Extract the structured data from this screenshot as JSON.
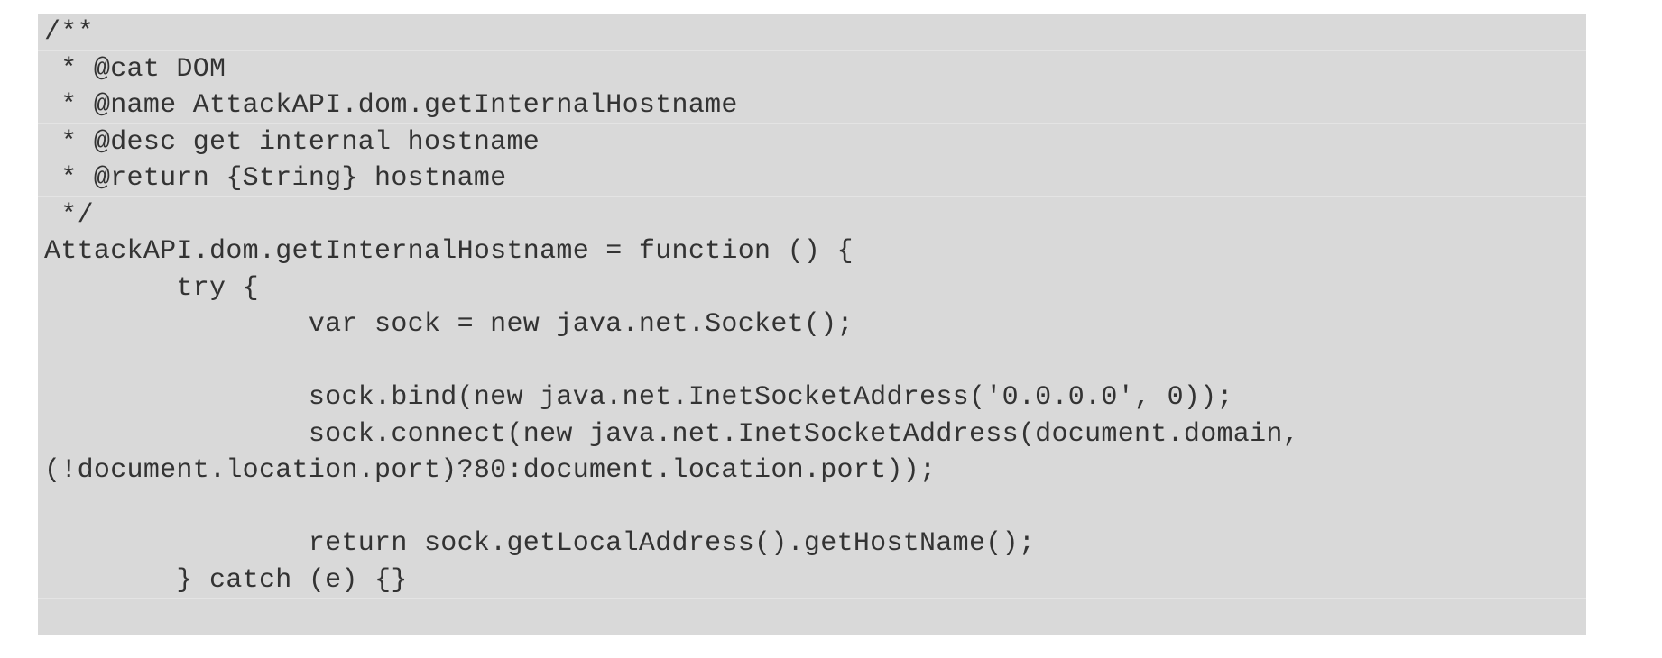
{
  "code": {
    "lines": [
      "/**",
      " * @cat DOM",
      " * @name AttackAPI.dom.getInternalHostname",
      " * @desc get internal hostname",
      " * @return {String} hostname",
      " */",
      "AttackAPI.dom.getInternalHostname = function () {",
      "        try {",
      "                var sock = new java.net.Socket();",
      "",
      "                sock.bind(new java.net.InetSocketAddress('0.0.0.0', 0));",
      "                sock.connect(new java.net.InetSocketAddress(document.domain,",
      "(!document.location.port)?80:document.location.port));",
      "",
      "                return sock.getLocalAddress().getHostName();",
      "        } catch (e) {}",
      ""
    ]
  }
}
